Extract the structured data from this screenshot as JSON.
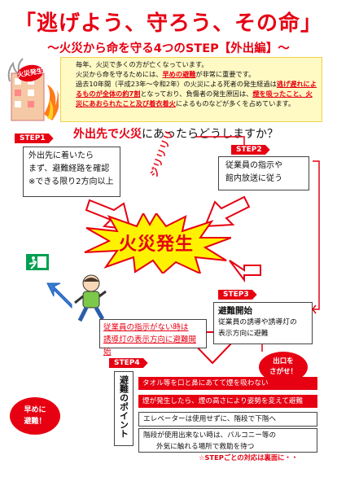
{
  "title": "「逃げよう、守ろう、その命」",
  "subtitle": "～火災から命を守る4つのSTEP【外出編】～",
  "colors": {
    "accent": "#e60012",
    "info_bg": "#fff9c4",
    "exit_green": "#00a051",
    "arrow_blue": "#3a7bd5"
  },
  "building": {
    "bubble_label": "火災発生"
  },
  "intro": {
    "line1": "毎年、火災で多くの方が亡くなっています。",
    "line2a": "火災から命を守るためには、",
    "line2b": "早めの避難",
    "line2c": "が非常に重要です。",
    "line3a": "過去10年間（平成23年～令和2年）の火災による死者の発生経過は",
    "line3b": "逃げ遅れによるものが全体の約7割",
    "line3c": "となっており、負傷者の発生原因は、",
    "line3d": "煙を吸ったこと、火災にあおられたこと及び着衣着火",
    "line3e": "によるものなどが多くを占めています。"
  },
  "question": {
    "red": "外出先で火災",
    "rest": "にあったらどうしますか？"
  },
  "steps": {
    "step1": {
      "tag": "STEP1",
      "lines": [
        "外出先に着いたら",
        "まず、避難経路を確認",
        "※できる限り2方向以上"
      ]
    },
    "step2": {
      "tag": "STEP2",
      "lines": [
        "従業員の指示や",
        "館内放送に従う"
      ]
    },
    "step3": {
      "tag": "STEP3",
      "head": "避難開始",
      "lines": [
        "従業員の誘導や誘導灯の",
        "表示方向に避難"
      ]
    },
    "step4": {
      "tag": "STEP4",
      "label": "避難のポイント",
      "tips": [
        "タオル等を口と鼻にあてて煙を吸わない",
        "煙が発生したら、煙の高さにより姿勢を変えて避難",
        "エレベーターは使用せずに、階段で下階へ",
        "階段が使用出来ない時は、バルコニー等の",
        "外気に触れる場所で救助を待つ"
      ]
    }
  },
  "burst": {
    "label": "火災発生",
    "onomatopoeia": "ジリリリリ"
  },
  "exit_note": {
    "line1": "従業員の指示がない時は",
    "line2": "誘導灯の表示方向に避難開始"
  },
  "deguchi": {
    "line1": "出口を",
    "line2": "さがせ！"
  },
  "hayame": {
    "line1": "早めに",
    "line2": "避難！"
  },
  "footer_note": "☆STEPごとの対応は裏面に・・",
  "icons": [
    "burning-building-icon",
    "emergency-exit-sign-icon",
    "running-person-icon",
    "blue-arrow-icon",
    "red-arrow-icon"
  ]
}
